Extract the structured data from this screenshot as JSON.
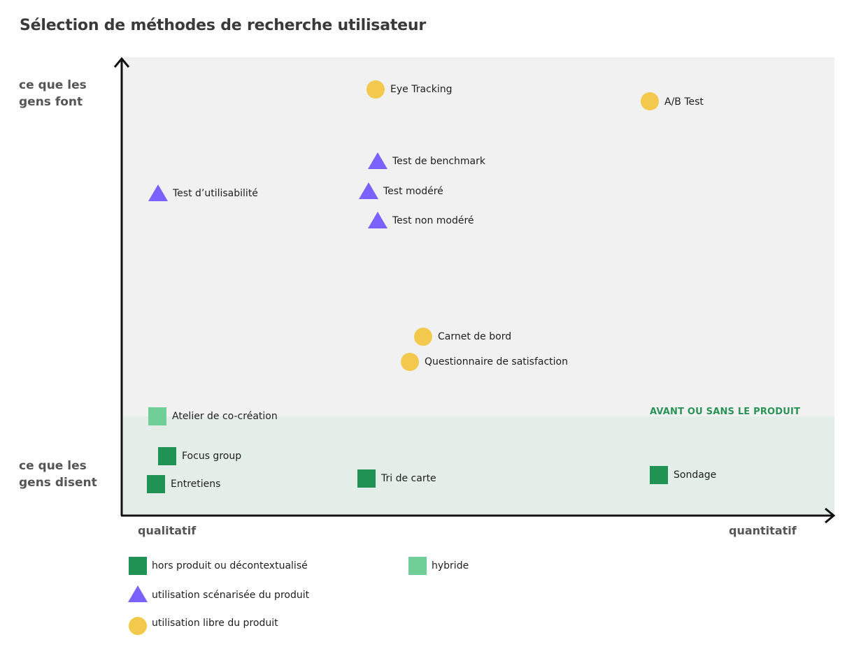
{
  "title": "Sélection de méthodes de recherche utilisateur",
  "axes": {
    "y_top": "ce que les gens font",
    "y_bottom": "ce que les gens disent",
    "x_left": "qualitatif",
    "x_right": "quantitatif"
  },
  "band_label": "AVANT OU SANS LE PRODUIT",
  "colors": {
    "plot_bg": "#f1f1f1",
    "band_bg": "#e4eee9",
    "band_text": "#2a9456",
    "circle": "#f2c94c",
    "triangle": "#7b61ff",
    "square_dark": "#1f9254",
    "square_light": "#6fcf97"
  },
  "points": {
    "eye_tracking": "Eye Tracking",
    "ab_test": "A/B Test",
    "test_benchmark": "Test de benchmark",
    "test_utilisabilite": "Test d’utilisabilité",
    "test_modere": "Test modéré",
    "test_non_modere": "Test non modéré",
    "carnet_de_bord": "Carnet de bord",
    "questionnaire": "Questionnaire de satisfaction",
    "atelier": "Atelier de co-création",
    "focus_group": "Focus group",
    "entretiens": "Entretiens",
    "tri_de_carte": "Tri de carte",
    "sondage": "Sondage"
  },
  "legend": {
    "hors_produit": "hors produit ou décontextualisé",
    "hybride": "hybride",
    "scenarisee": "utilisation scénarisée du produit",
    "libre": "utilisation libre du produit"
  }
}
